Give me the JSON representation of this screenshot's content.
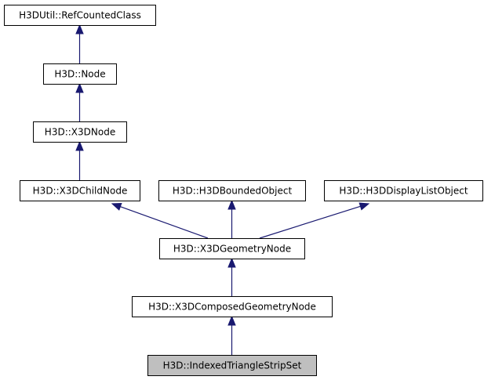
{
  "diagram": {
    "type": "inheritance-graph",
    "nodes": [
      {
        "id": "refcounted",
        "label": "H3DUtil::RefCountedClass"
      },
      {
        "id": "node",
        "label": "H3D::Node"
      },
      {
        "id": "x3dnode",
        "label": "H3D::X3DNode"
      },
      {
        "id": "childnode",
        "label": "H3D::X3DChildNode"
      },
      {
        "id": "bounded",
        "label": "H3D::H3DBoundedObject"
      },
      {
        "id": "displaylist",
        "label": "H3D::H3DDisplayListObject"
      },
      {
        "id": "geometry",
        "label": "H3D::X3DGeometryNode"
      },
      {
        "id": "composed",
        "label": "H3D::X3DComposedGeometryNode"
      },
      {
        "id": "indexed",
        "label": "H3D::IndexedTriangleStripSet",
        "current": true
      }
    ],
    "edges": [
      {
        "from": "node",
        "to": "refcounted"
      },
      {
        "from": "x3dnode",
        "to": "node"
      },
      {
        "from": "childnode",
        "to": "x3dnode"
      },
      {
        "from": "geometry",
        "to": "childnode"
      },
      {
        "from": "geometry",
        "to": "bounded"
      },
      {
        "from": "geometry",
        "to": "displaylist"
      },
      {
        "from": "composed",
        "to": "geometry"
      },
      {
        "from": "indexed",
        "to": "composed"
      }
    ],
    "colors": {
      "edge": "#191970",
      "current_fill": "#bfbfbf"
    }
  }
}
